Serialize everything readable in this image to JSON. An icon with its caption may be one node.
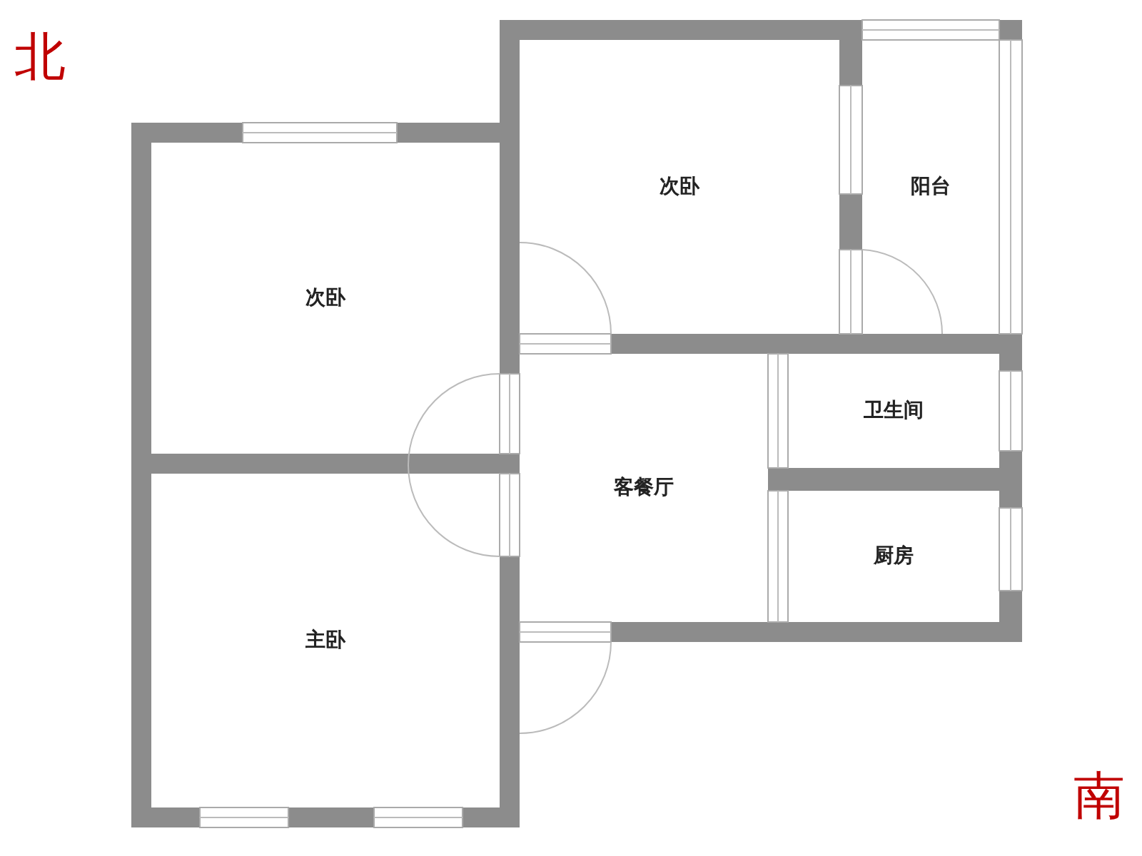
{
  "diagram": {
    "nodes": [
      {
        "text": [
          "次卧"
        ]
      },
      {
        "text": [
          "次卧"
        ]
      },
      {
        "text": [
          "阳台"
        ]
      },
      {
        "text": [
          "卫生间"
        ]
      },
      {
        "text": [
          "客餐厅"
        ]
      },
      {
        "text": [
          "厨房"
        ]
      },
      {
        "text": [
          "主卧"
        ]
      }
    ],
    "labels": [
      "北",
      "南"
    ]
  }
}
